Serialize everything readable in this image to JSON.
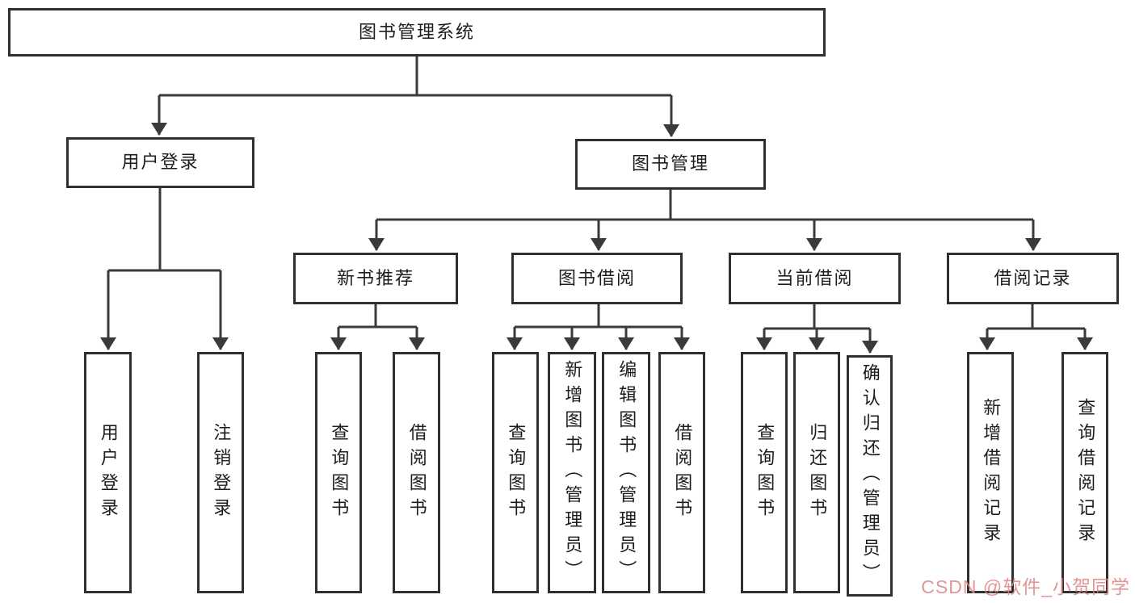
{
  "diagram_type": "hierarchy-tree",
  "colors": {
    "line": "#3a3a3a",
    "box_border": "#2f2f2f",
    "text": "#1d1d1d",
    "background": "#ffffff",
    "watermark": "#DE8383"
  },
  "nodes": {
    "root": "图书管理系统",
    "level2": [
      "用户登录",
      "图书管理"
    ],
    "level3": [
      "新书推荐",
      "图书借阅",
      "当前借阅",
      "借阅记录"
    ],
    "leaves": {
      "user_login": [
        "用户登录",
        "注销登录"
      ],
      "new_book_recommend": [
        "查询图书",
        "借阅图书"
      ],
      "book_borrow": [
        "查询图书",
        "新增图书（管理员）",
        "编辑图书（管理员）",
        "借阅图书"
      ],
      "current_borrow": [
        "查询图书",
        "归还图书",
        "确认归还（管理员）"
      ],
      "borrow_records": [
        "新增借阅记录",
        "查询借阅记录"
      ]
    }
  },
  "watermark": "CSDN @软件_小贺同学"
}
